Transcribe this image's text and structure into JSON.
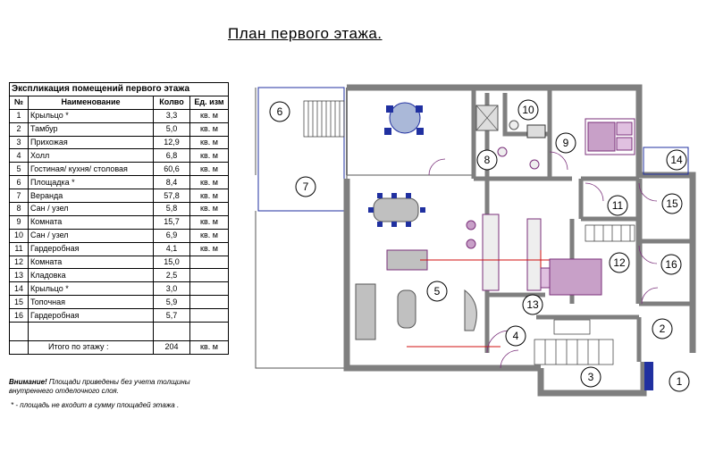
{
  "title": "План первого этажа.",
  "table": {
    "caption": "Экспликация помещений первого этажа",
    "headers": [
      "№",
      "Наименование",
      "Колво",
      "Ед. изм"
    ],
    "rows": [
      [
        "1",
        "Крыльцо  *",
        "3,3",
        "кв. м"
      ],
      [
        "2",
        "Тамбур",
        "5,0",
        "кв. м"
      ],
      [
        "3",
        "Прихожая",
        "12,9",
        "кв. м"
      ],
      [
        "4",
        "Холл",
        "6,8",
        "кв. м"
      ],
      [
        "5",
        "Гостиная/ кухня/ столовая",
        "60,6",
        "кв. м"
      ],
      [
        "6",
        "Площадка *",
        "8,4",
        "кв. м"
      ],
      [
        "7",
        "Веранда",
        "57,8",
        "кв. м"
      ],
      [
        "8",
        "Сан / узел",
        "5,8",
        "кв. м"
      ],
      [
        "9",
        "Комната",
        "15,7",
        "кв. м"
      ],
      [
        "10",
        "Сан / узел",
        "6,9",
        "кв. м"
      ],
      [
        "11",
        "Гардеробная",
        "4,1",
        "кв. м"
      ],
      [
        "12",
        "Комната",
        "15,0",
        ""
      ],
      [
        "13",
        "Кладовка",
        "2,5",
        ""
      ],
      [
        "14",
        "Крыльцо  *",
        "3,0",
        ""
      ],
      [
        "15",
        "Топочная",
        "5,9",
        ""
      ],
      [
        "16",
        "Гардеробная",
        "5,7",
        ""
      ]
    ],
    "total": {
      "label": "Итого по этажу  :",
      "value": "204",
      "unit": "кв. м"
    }
  },
  "note": {
    "bold": "Внимание!",
    "text": " Площади приведены без учета толщины внутреннего отделочного слоя."
  },
  "footnote": " * - площадь не входит в сумму площадей этажа .",
  "plan": {
    "room_labels": [
      "1",
      "2",
      "3",
      "4",
      "5",
      "6",
      "7",
      "8",
      "9",
      "10",
      "11",
      "12",
      "13",
      "14",
      "15",
      "16"
    ],
    "colors": {
      "wall": "#7f7f7f",
      "furniture": "#7a2f7a",
      "blue": "#2030a0",
      "red": "#d01010"
    }
  }
}
